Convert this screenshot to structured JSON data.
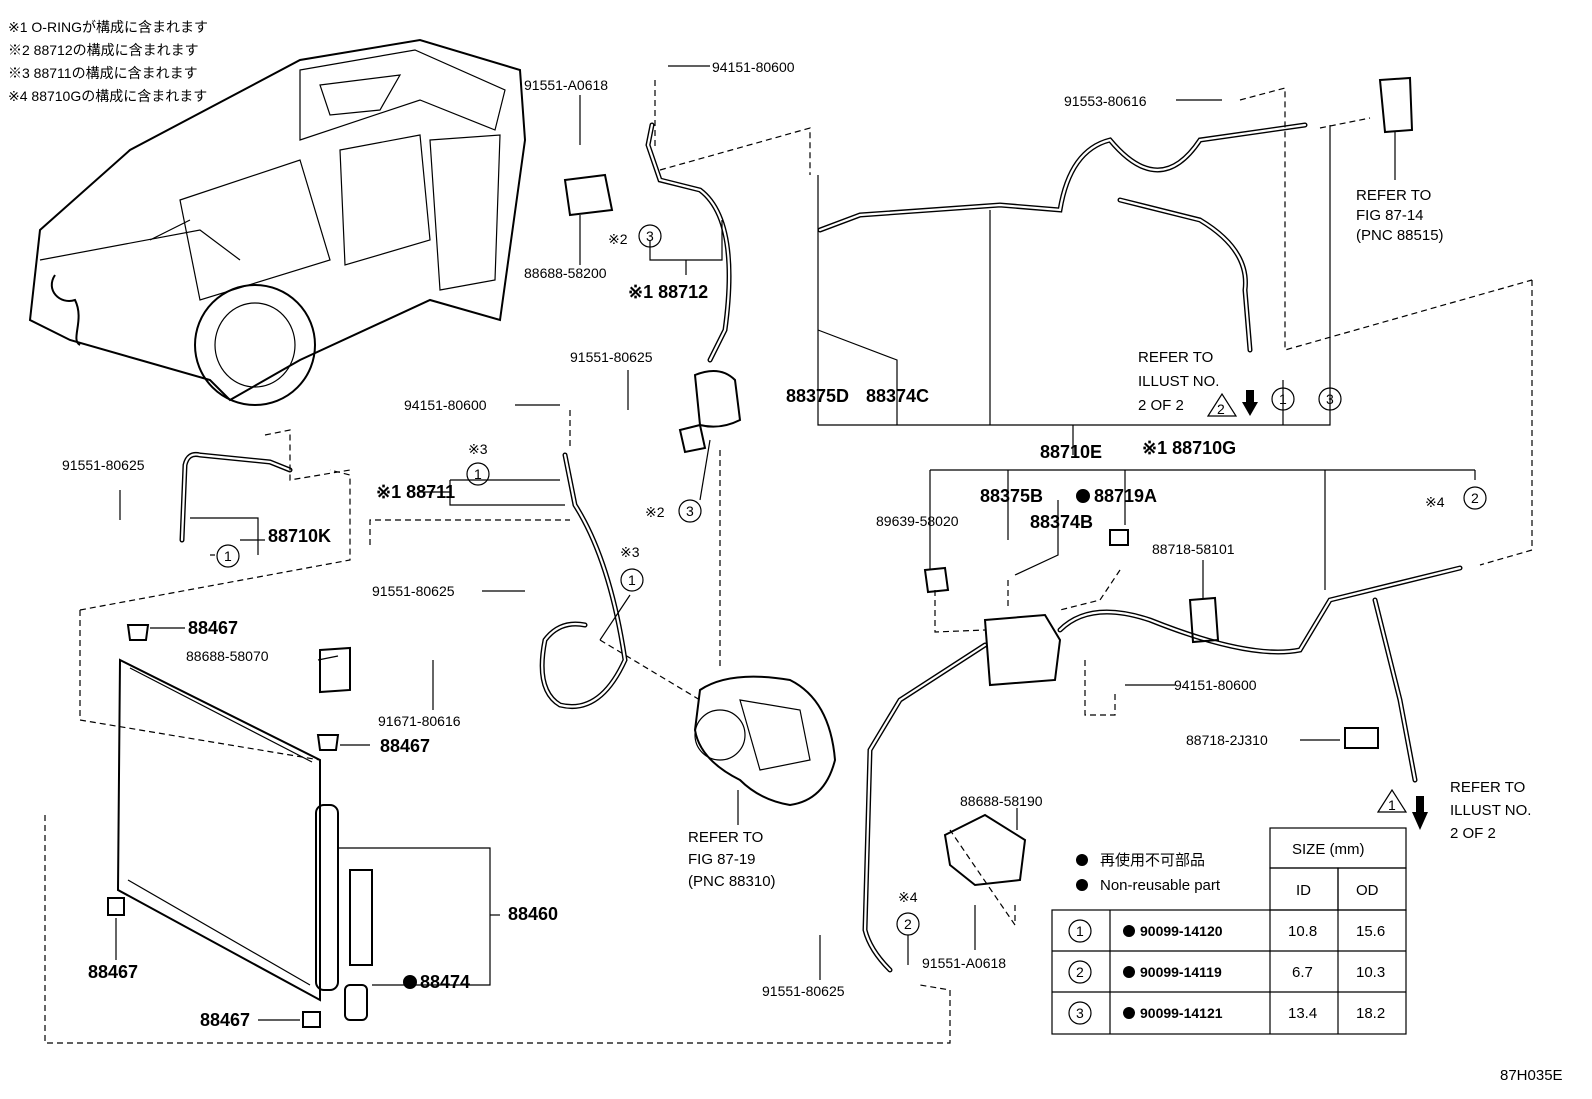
{
  "notes": [
    "※1 O-RINGが構成に含まれます",
    "※2 88712の構成に含まれます",
    "※3 88711の構成に含まれます",
    "※4 88710Gの構成に含まれます"
  ],
  "callouts": {
    "p94151_80600_top": "94151-80600",
    "p91551_A0618_top": "91551-A0618",
    "p88688_58200": "88688-58200",
    "x2_a": "※2",
    "x1_88712": "※1 88712",
    "p91551_80625_mid": "91551-80625",
    "p94151_80600_mid": "94151-80600",
    "x3_a": "※3",
    "x1_88711": "※1 88711",
    "x2_b": "※2",
    "x3_b": "※3",
    "p91551_80625_comp": "91551-80625",
    "p91551_80625_left": "91551-80625",
    "p88710K": "88710K",
    "p88467_a": "88467",
    "p88688_58070": "88688-58070",
    "p91671_80616": "91671-80616",
    "p88467_b": "88467",
    "p88460": "88460",
    "p88467_c": "88467",
    "p88474": "88474",
    "p88467_d": "88467",
    "p91553_80616": "91553-80616",
    "p88375D": "88375D",
    "p88374C": "88374C",
    "p88710E": "88710E",
    "x1_88710G": "※1 88710G",
    "p88375B": "88375B",
    "p88719A": "88719A",
    "p89639_58020": "89639-58020",
    "p88374B": "88374B",
    "p88718_58101": "88718-58101",
    "x4_a": "※4",
    "p94151_80600_right": "94151-80600",
    "p88718_2J310": "88718-2J310",
    "p88688_58190": "88688-58190",
    "x4_b": "※4",
    "p91551_A0618_bot": "91551-A0618",
    "p91551_80625_bot": "91551-80625"
  },
  "refs": {
    "fig87_14": [
      "REFER TO",
      "FIG 87-14",
      "(PNC 88515)"
    ],
    "illust_a": [
      "REFER TO",
      "ILLUST NO.",
      "2 OF 2"
    ],
    "fig87_19": [
      "REFER TO",
      "FIG 87-19",
      "(PNC 88310)"
    ],
    "illust_b": [
      "REFER TO",
      "ILLUST NO.",
      "2 OF 2"
    ]
  },
  "circles": {
    "c3_88712": "3",
    "c1_88711": "1",
    "c3_comp": "3",
    "c1_comp": "1",
    "c1_88710K": "1",
    "c1_88710G": "1",
    "c3_88710G": "3",
    "c2_right": "2",
    "c2_bottom": "2"
  },
  "warning_symbols": [
    "2",
    "1"
  ],
  "legend": {
    "ja": "再使用不可部品",
    "en": "Non-reusable part"
  },
  "table": {
    "size_header": "SIZE (mm)",
    "id_header": "ID",
    "od_header": "OD",
    "rows": [
      {
        "ring": "1",
        "part": "90099-14120",
        "id": "10.8",
        "od": "15.6"
      },
      {
        "ring": "2",
        "part": "90099-14119",
        "id": "6.7",
        "od": "10.3"
      },
      {
        "ring": "3",
        "part": "90099-14121",
        "id": "13.4",
        "od": "18.2"
      }
    ]
  },
  "figure_code": "87H035E"
}
